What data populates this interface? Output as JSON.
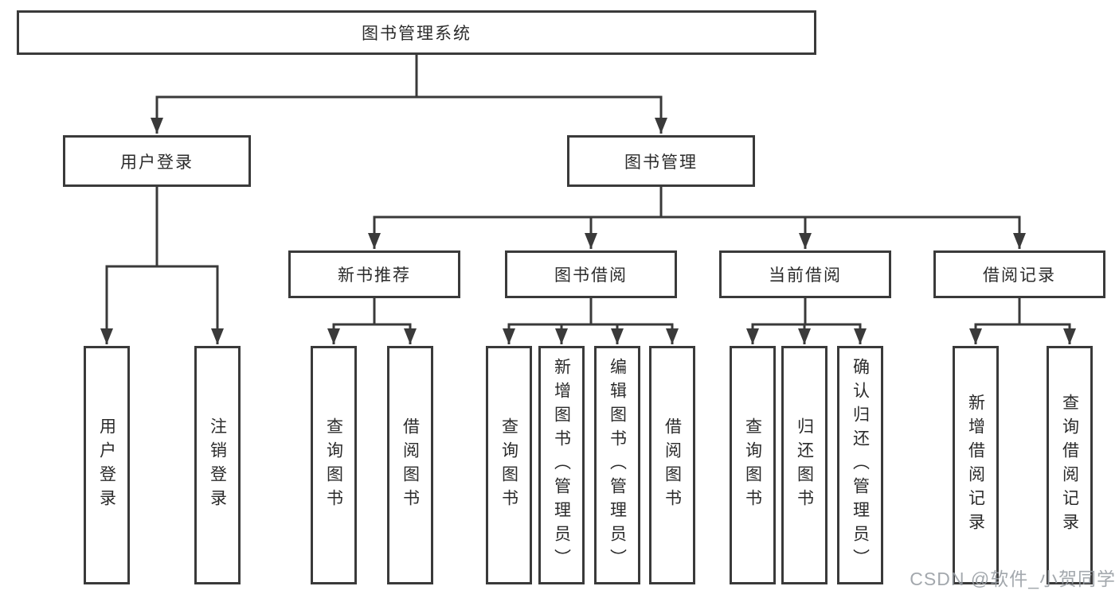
{
  "diagram": {
    "root": {
      "label": "图书管理系统"
    },
    "branches": [
      {
        "label": "用户登录",
        "children": [
          {
            "label": "用户登录"
          },
          {
            "label": "注销登录"
          }
        ]
      },
      {
        "label": "图书管理",
        "sections": [
          {
            "label": "新书推荐",
            "children": [
              {
                "label": "查询图书"
              },
              {
                "label": "借阅图书"
              }
            ]
          },
          {
            "label": "图书借阅",
            "children": [
              {
                "label": "查询图书"
              },
              {
                "label": "新增图书（管理员）"
              },
              {
                "label": "编辑图书（管理员）"
              },
              {
                "label": "借阅图书"
              }
            ]
          },
          {
            "label": "当前借阅",
            "children": [
              {
                "label": "查询图书"
              },
              {
                "label": "归还图书"
              },
              {
                "label": "确认归还（管理员）"
              }
            ]
          },
          {
            "label": "借阅记录",
            "children": [
              {
                "label": "新增借阅记录"
              },
              {
                "label": "查询借阅记录"
              }
            ]
          }
        ]
      }
    ]
  },
  "watermark": {
    "text": "CSDN @软件_小贺同学"
  },
  "colors": {
    "line": "#3a3a3a",
    "text": "#2b2b2b",
    "background": "#ffffff",
    "watermark": "#969ca2"
  }
}
